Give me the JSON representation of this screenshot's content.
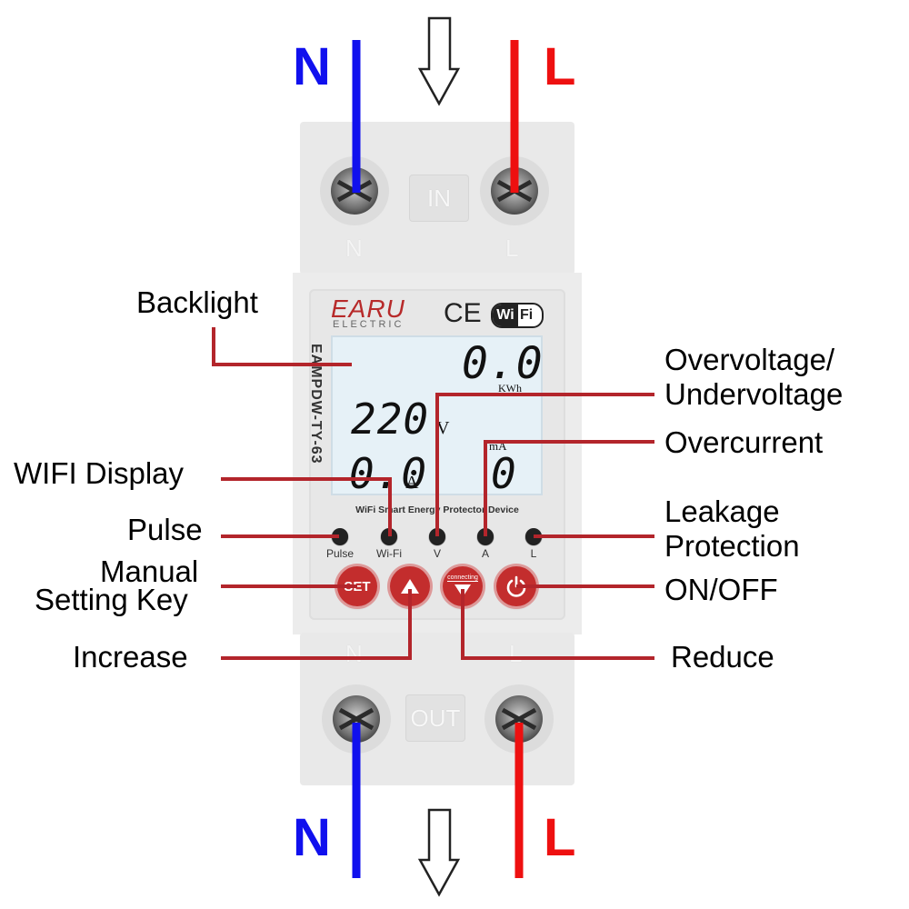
{
  "wires": {
    "neutral_letter": "N",
    "live_letter": "L",
    "neutral_color": "#1010ee",
    "live_color": "#ee1010"
  },
  "module": {
    "top_terminals": {
      "badge": "IN",
      "left_label": "N",
      "right_label": "L"
    },
    "bottom_terminals": {
      "badge": "OUT",
      "left_label": "N",
      "right_label": "L"
    },
    "brand": {
      "name": "EARU",
      "sub": "ELECTRIC"
    },
    "marks": {
      "ce": "CE",
      "wifi_left": "Wi",
      "wifi_right": "Fi"
    },
    "model": "EAMPDW-TY-63",
    "lcd": {
      "energy_value": "0.0",
      "energy_unit": "KWh",
      "voltage_value": "220",
      "voltage_unit": "V",
      "current_value": "0.0",
      "current_unit": "A",
      "leak_value": "0",
      "leak_unit": "mA"
    },
    "device_caption": "WiFi Smart Energy Protector Device",
    "indicators": [
      "Pulse",
      "Wi-Fi",
      "V",
      "A",
      "L"
    ],
    "buttons": {
      "set": "SET",
      "connecting": "connecting"
    }
  },
  "callouts": {
    "backlight": "Backlight",
    "wifi_display": "WIFI Display",
    "pulse": "Pulse",
    "manual_line1": "Manual",
    "manual_line2": "Setting Key",
    "increase": "Increase",
    "overvoltage_line1": "Overvoltage/",
    "overvoltage_line2": "Undervoltage",
    "overcurrent": "Overcurrent",
    "leakage_line1": "Leakage",
    "leakage_line2": "Protection",
    "onoff": "ON/OFF",
    "reduce": "Reduce"
  },
  "colors": {
    "callout_line": "#b3252b",
    "button": "#c32d2d",
    "body": "#e9e9e9"
  }
}
